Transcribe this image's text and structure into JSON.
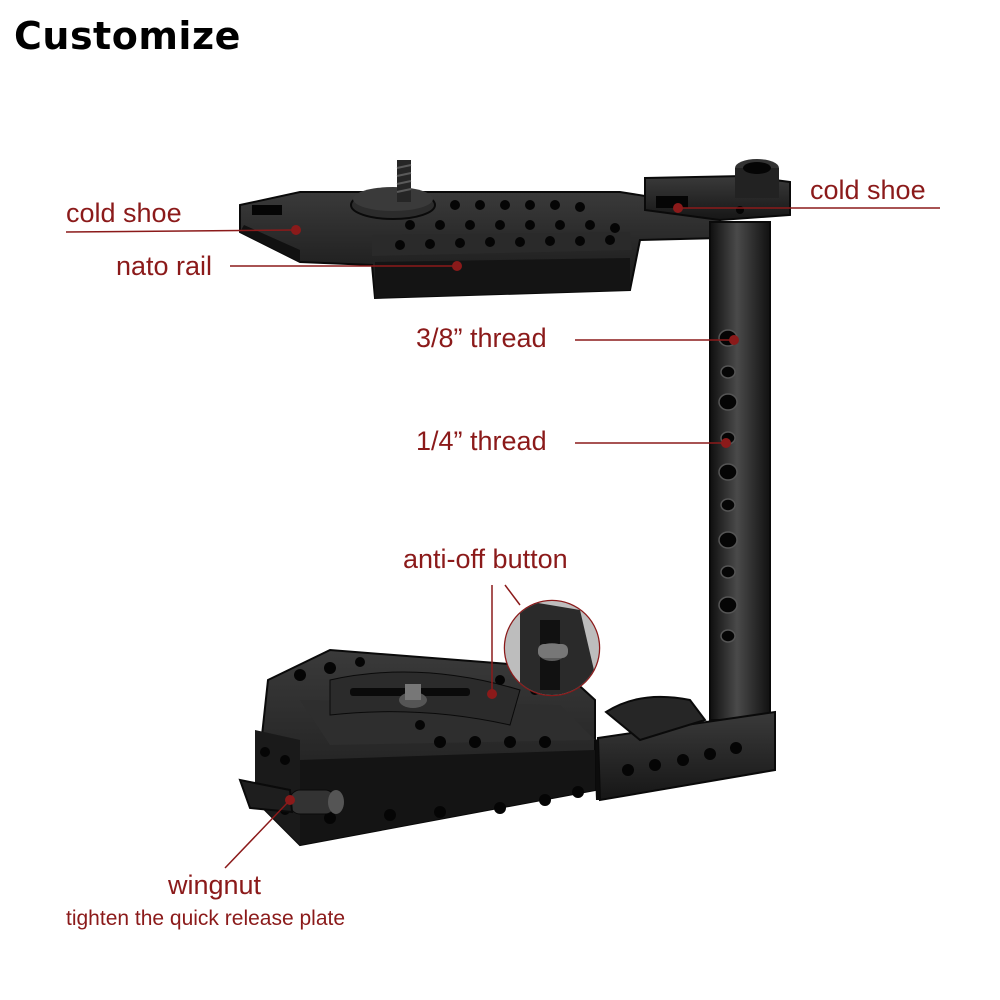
{
  "title": "Customize",
  "colors": {
    "label": "#8b1a1a",
    "metal": "#1c1c1c",
    "metal_light": "#3a3a3a"
  },
  "labels": {
    "cold_shoe_left": "cold shoe",
    "cold_shoe_right": "cold shoe",
    "nato_rail": "nato rail",
    "thread_38": "3/8” thread",
    "thread_14": "1/4” thread",
    "anti_off_button": "anti-off button",
    "wingnut": "wingnut",
    "wingnut_note": "tighten the quick release plate"
  }
}
